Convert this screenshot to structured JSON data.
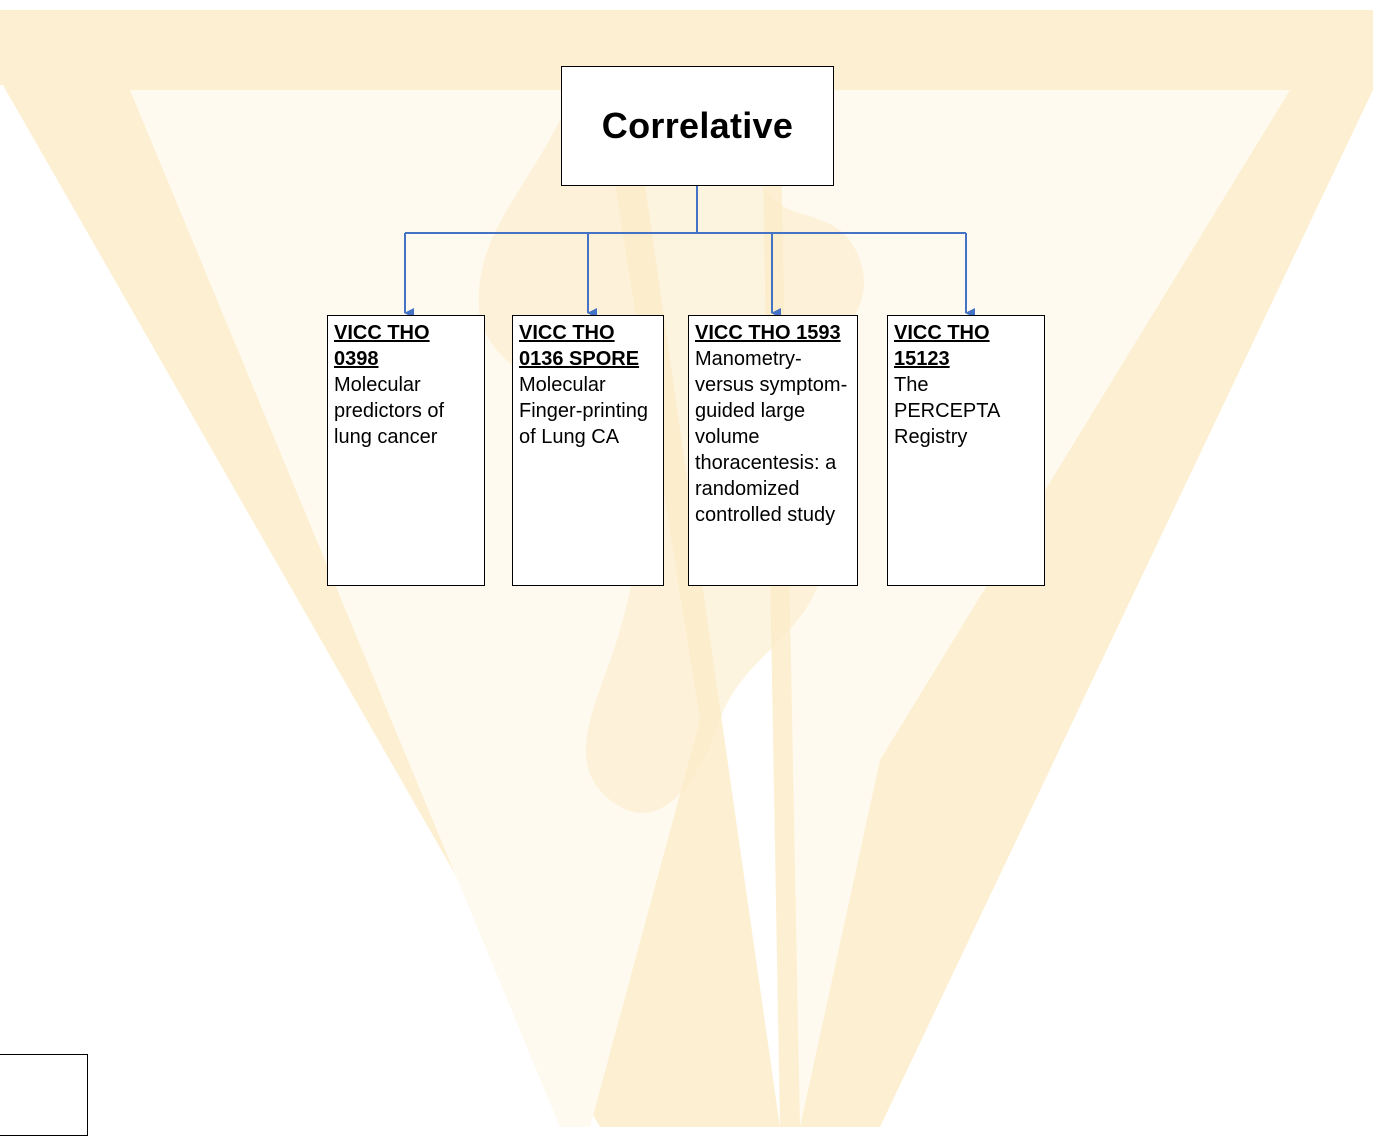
{
  "colors": {
    "watermark": "#fdf0d2",
    "connector": "#4472c4",
    "box_border": "#000000",
    "text": "#000000"
  },
  "root": {
    "title": "Correlative"
  },
  "children": [
    {
      "id": "VICC THO 0398",
      "description": "Molecular predictors of lung cancer"
    },
    {
      "id": "VICC THO 0136 SPORE",
      "description": "Molecular Finger-printing of Lung CA"
    },
    {
      "id": "VICC THO 1593",
      "description": "Manometry- versus symptom-guided large volume thoracentesis: a randomized controlled study"
    },
    {
      "id": "VICC THO 15123",
      "description": "The PERCEPTA Registry"
    }
  ]
}
